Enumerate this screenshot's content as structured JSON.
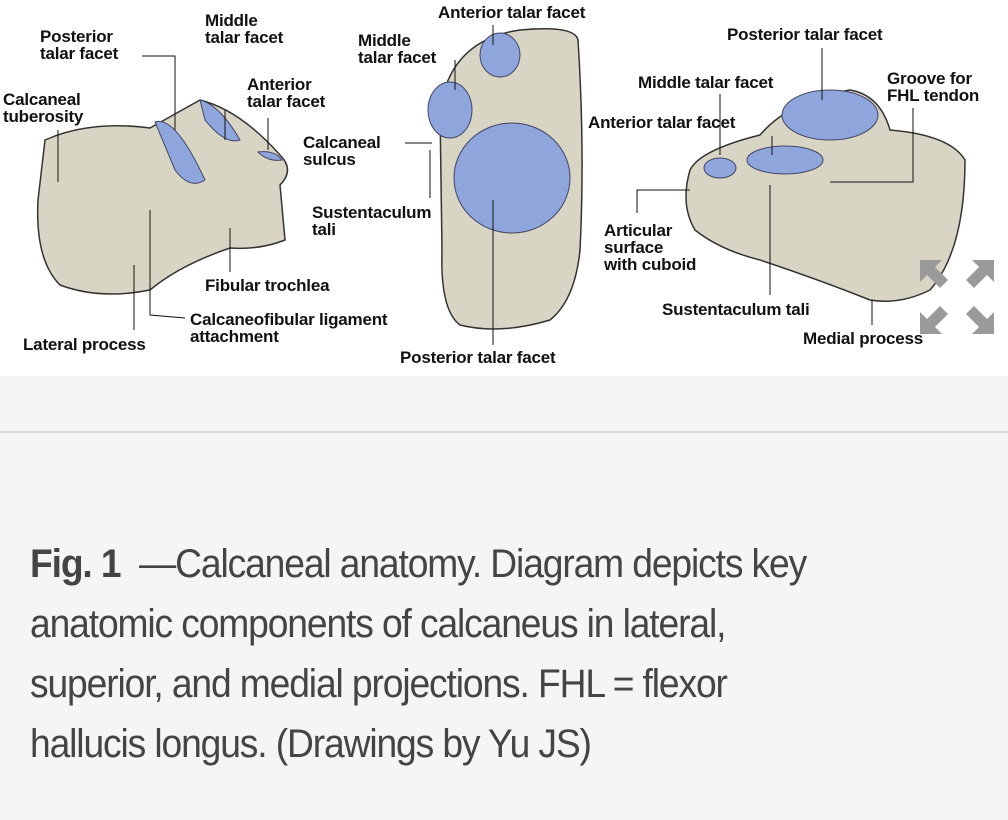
{
  "figure": {
    "lateral_labels": [
      "Posterior\ntalar facet",
      "Middle\ntalar facet",
      "Anterior\ntalar facet",
      "Calcaneal\ntuberosity",
      "Calcaneal\nsulcus",
      "Fibular trochlea",
      "Calcaneofibular ligament\nattachment",
      "Lateral process"
    ],
    "superior_labels": [
      "Anterior talar facet",
      "Middle\ntalar facet",
      "Sustentaculum\ntali",
      "Posterior talar facet"
    ],
    "medial_labels": [
      "Posterior talar facet",
      "Middle talar facet",
      "Groove for\nFHL tendon",
      "Anterior talar facet",
      "Articular\nsurface\nwith cuboid",
      "Sustentaculum tali",
      "Medial process"
    ],
    "expand_icon": "expand-arrows-icon",
    "colors": {
      "bone": "#d9d5c4",
      "facet": "#8ea6dc",
      "icon": "#9a9a9a"
    }
  },
  "caption": {
    "fig_label": "Fig. 1",
    "lines": [
      "—Calcaneal anatomy. Diagram depicts key",
      "anatomic components of calcaneus in lateral,",
      "superior, and medial projections. FHL = flexor",
      "hallucis longus. (Drawings by Yu JS)"
    ]
  }
}
